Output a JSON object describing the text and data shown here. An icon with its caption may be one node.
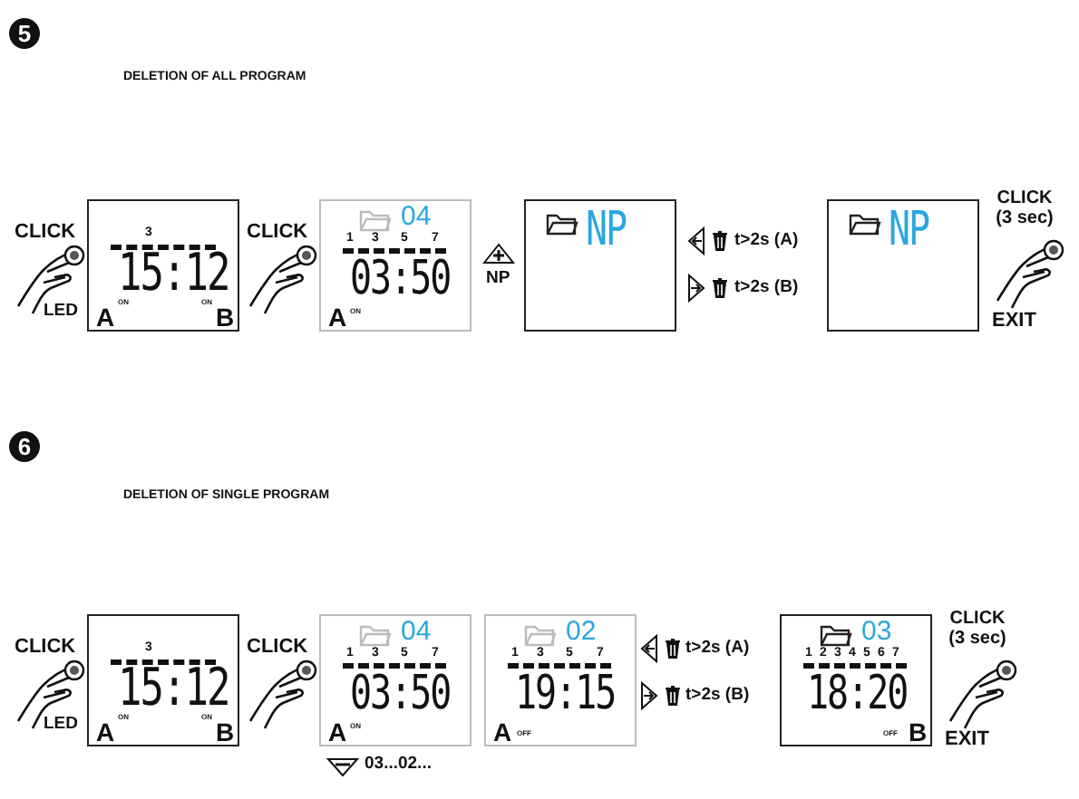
{
  "diagram": {
    "nodes": [
      {
        "text": [
          "3",
          "15:12",
          "A",
          "ON",
          "ON",
          "B"
        ]
      },
      {
        "text": [
          "04",
          "1",
          "3",
          "5",
          "7",
          "03:50",
          "A",
          "ON"
        ]
      },
      {
        "text": [
          "NP"
        ]
      },
      {
        "text": [
          "NP"
        ]
      },
      {
        "text": [
          "3",
          "15:12",
          "A",
          "ON",
          "ON",
          "B"
        ]
      },
      {
        "text": [
          "04",
          "1",
          "3",
          "5",
          "7",
          "03:50",
          "A",
          "ON"
        ]
      },
      {
        "text": [
          "02",
          "1",
          "3",
          "5",
          "7",
          "19:15",
          "A",
          "OFF"
        ]
      },
      {
        "text": [
          "03",
          "1",
          "2",
          "3",
          "4",
          "5",
          "6",
          "7",
          "18:20",
          "OFF",
          "B"
        ]
      }
    ],
    "edges": [],
    "labels": [
      "5",
      "DELETION OF ALL PROGRAM",
      "CLICK",
      "LED",
      "CLICK",
      "NP",
      "t>2s (A)",
      "t>2s (B)",
      "CLICK (3 sec)",
      "EXIT",
      "6",
      "DELETION OF SINGLE PROGRAM",
      "CLICK",
      "LED",
      "CLICK",
      "t>2s (A)",
      "t>2s (B)",
      "CLICK (3 sec)",
      "EXIT",
      "03...02..."
    ]
  }
}
